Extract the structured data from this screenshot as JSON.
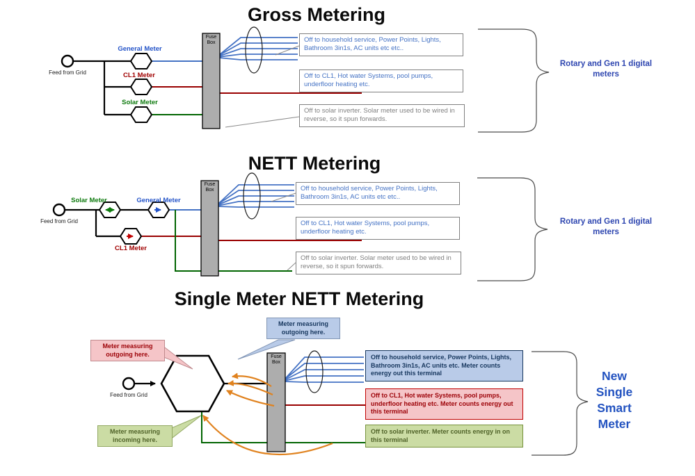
{
  "sections": {
    "gross": {
      "title": "Gross Metering",
      "feed_label": "Feed from Grid",
      "fuse_box_label": "Fuse Box",
      "meters": {
        "general": "General Meter",
        "cl1": "CL1 Meter",
        "solar": "Solar Meter"
      },
      "callouts": {
        "household": "Off to household service, Power Points, Lights, Bathroom 3in1s, AC units etc etc..",
        "cl1": "Off to CL1, Hot water Systems, pool pumps, underfloor heating etc.",
        "solar": "Off to solar inverter.  Solar meter used to be wired in reverse, so it spun forwards."
      },
      "brace_label": "Rotary and Gen 1 digital meters"
    },
    "nett": {
      "title": "NETT Metering",
      "feed_label": "Feed from Grid",
      "fuse_box_label": "Fuse Box",
      "meters": {
        "solar": "Solar Meter",
        "general": "General Meter",
        "cl1": "CL1 Meter"
      },
      "callouts": {
        "household": "Off to household service, Power Points, Lights, Bathroom 3in1s, AC units etc etc..",
        "cl1": "Off to CL1, Hot water Systems, pool pumps, underfloor heating etc.",
        "solar": "Off to solar inverter.  Solar meter used to be wired in reverse, so it spun forwards."
      },
      "brace_label": "Rotary and Gen 1 digital meters"
    },
    "single": {
      "title": "Single Meter NETT Metering",
      "feed_label": "Feed from Grid",
      "fuse_box_label": "Fuse Box",
      "bubbles": {
        "outgoing_top": "Meter measuring outgoing here.",
        "outgoing_left": "Meter measuring outgoing here.",
        "incoming": "Meter measuring incoming here."
      },
      "terminals": {
        "household": "Off to household service, Power Points, Lights, Bathroom 3in1s, AC units etc.  Meter counts energy out this terminal",
        "cl1": "Off to CL1, Hot water Systems, pool pumps, underfloor heating etc. Meter counts energy out this terminal",
        "solar": "Off to solar inverter.  Meter counts energy in on this terminal"
      },
      "brace_label": "New Single Smart Meter"
    }
  },
  "colors": {
    "wire_blue": "#4472C4",
    "wire_red": "#990000",
    "wire_green": "#006400",
    "flow_arrow_orange": "#E0821E",
    "fuse_box_gray": "#ADADAD",
    "brace_label_blue": "#2E46B0",
    "smart_meter_label_blue": "#2353C0",
    "bubble_blue_bg": "#B9CBE8",
    "bubble_pink_bg": "#F5C5C8",
    "bubble_green_bg": "#CBDCA4"
  }
}
